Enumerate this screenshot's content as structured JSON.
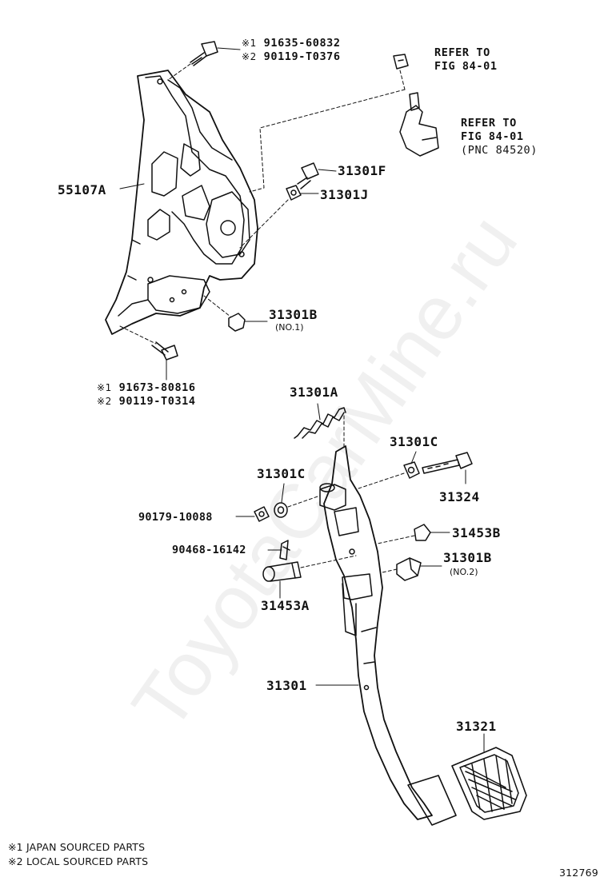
{
  "watermark": "ToyotaCarMine.ru",
  "footnotes": {
    "n1": "※1 JAPAN SOURCED PARTS",
    "n2": "※2 LOCAL SOURCED PARTS"
  },
  "figure_number": "312769",
  "top_bolt": {
    "mark1": "※1",
    "pn1": "91635-60832",
    "mark2": "※2",
    "pn2": "90119-T0376"
  },
  "bottom_bolt": {
    "mark1": "※1",
    "pn1": "91673-80816",
    "mark2": "※2",
    "pn2": "90119-T0314"
  },
  "refer_1": {
    "line1": "REFER TO",
    "line2": "FIG 84-01"
  },
  "refer_2": {
    "line1": "REFER TO",
    "line2": "FIG 84-01",
    "line3": "(PNC 84520)"
  },
  "parts": {
    "p55107A": "55107A",
    "p31301F": "31301F",
    "p31301J": "31301J",
    "p31301B_top": "31301B",
    "p31301B_top_sub": "(NO.1)",
    "p31301A": "31301A",
    "p31301C_right": "31301C",
    "p31324": "31324",
    "p31301C_left": "31301C",
    "p90179": "90179-10088",
    "p31453B": "31453B",
    "p90468": "90468-16142",
    "p31301B_bot": "31301B",
    "p31301B_bot_sub": "(NO.2)",
    "p31453A": "31453A",
    "p31301": "31301",
    "p31321": "31321"
  }
}
